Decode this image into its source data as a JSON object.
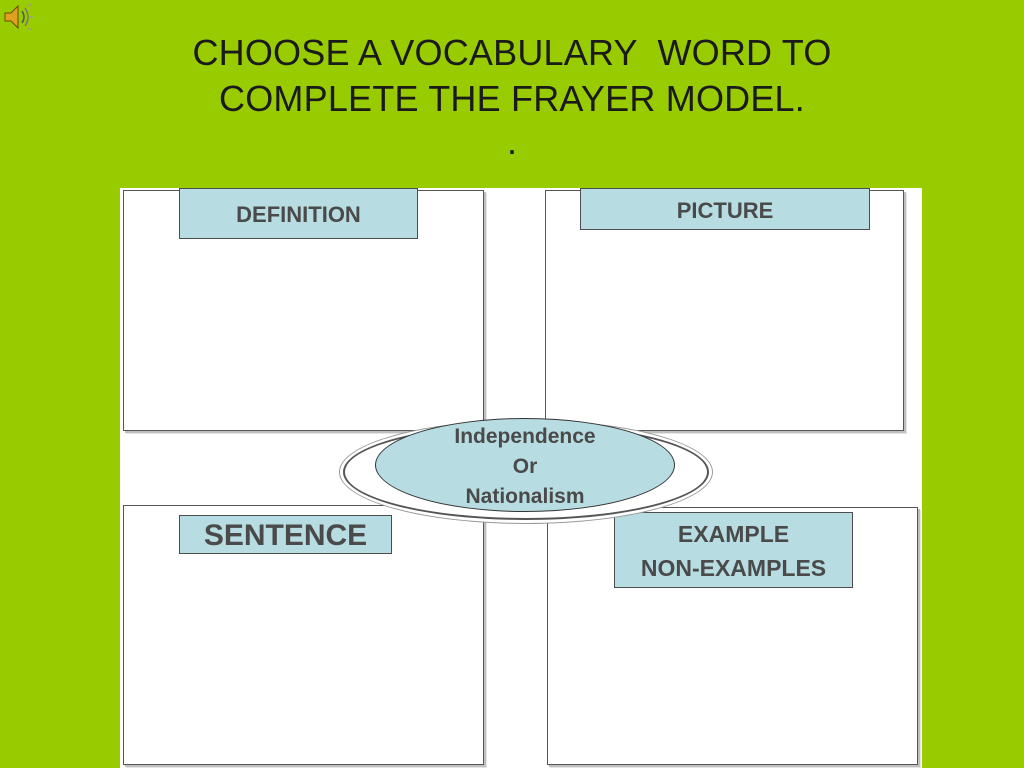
{
  "title": {
    "line1": "CHOOSE A VOCABULARY  WORD TO",
    "line2": "COMPLETE THE FRAYER MODEL.",
    "dot": "."
  },
  "quadrants": {
    "definition": "DEFINITION",
    "picture": "PICTURE",
    "sentence": "SENTENCE",
    "example_line1": "EXAMPLE",
    "example_line2": "NON-EXAMPLES"
  },
  "center": {
    "line1": "Independence",
    "line2": "Or",
    "line3": "Nationalism"
  },
  "icons": {
    "audio": "speaker-icon"
  },
  "colors": {
    "background": "#99cc00",
    "label_fill": "#b7dde3",
    "label_text": "#4a4a4a"
  }
}
